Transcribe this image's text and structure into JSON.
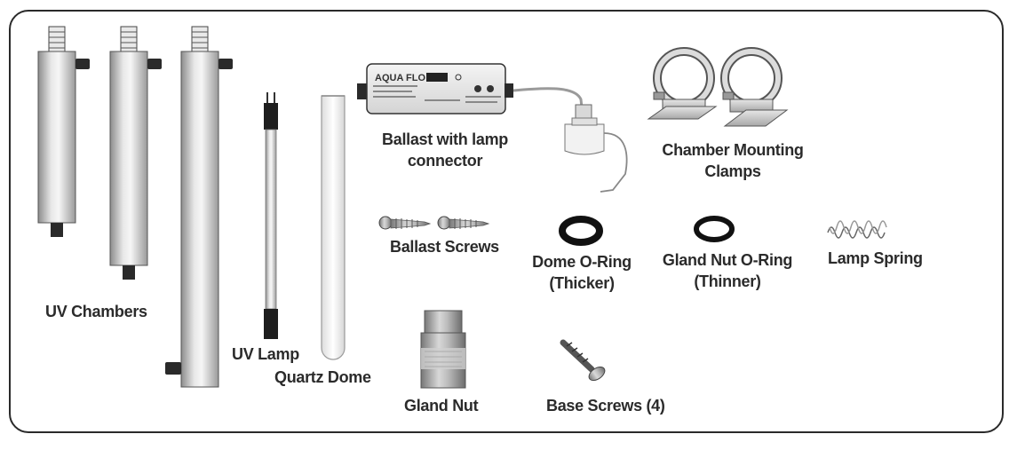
{
  "labels": {
    "uv_chambers": "UV Chambers",
    "uv_lamp": "UV Lamp",
    "quartz_dome": "Quartz Dome",
    "ballast": [
      "Ballast with lamp",
      "connector"
    ],
    "chamber_clamps": [
      "Chamber Mounting",
      "Clamps"
    ],
    "ballast_screws": "Ballast Screws",
    "dome_oring": [
      "Dome O-Ring",
      "(Thicker)"
    ],
    "gland_oring": [
      "Gland Nut O-Ring",
      "(Thinner)"
    ],
    "lamp_spring": "Lamp Spring",
    "gland_nut": "Gland Nut",
    "base_screws": "Base Screws (4)"
  },
  "ballast_brand": "AQUA FLO",
  "colors": {
    "border": "#2a2a2a",
    "label": "#2b2b2b",
    "metal_dark": "#8a8a8a",
    "metal_light": "#f2f2f2",
    "rubber": "#1a1a1a"
  }
}
